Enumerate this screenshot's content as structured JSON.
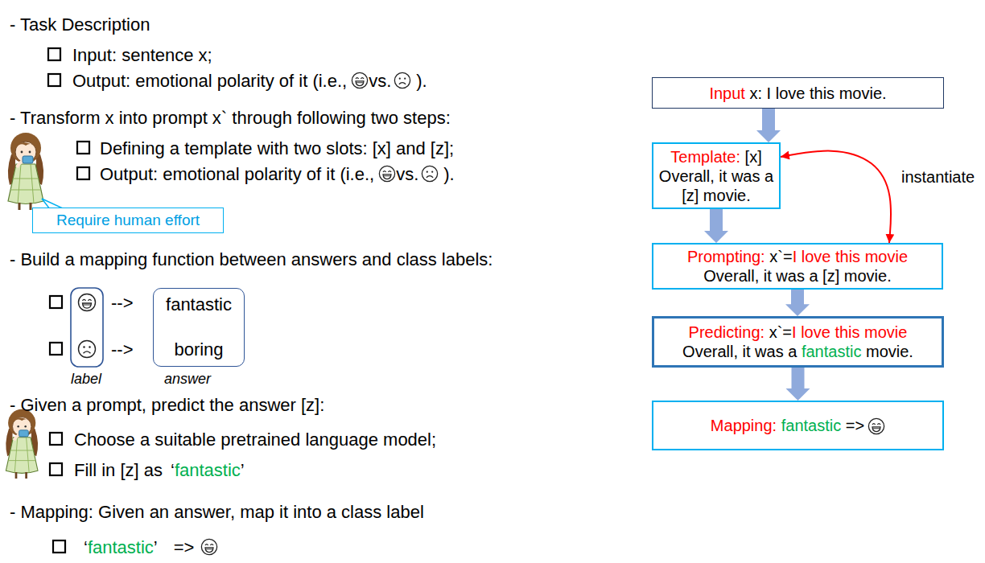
{
  "diagram": {
    "nodes": [
      {
        "text": [
          "Require human effort"
        ]
      },
      {
        "text": [
          "fantastic",
          "boring"
        ]
      },
      {
        "text": [
          "Input",
          "x: I love this movie."
        ]
      },
      {
        "text": [
          "Template:",
          "[x] Overall, it was a [z] movie."
        ]
      },
      {
        "text": [
          "Prompting:",
          "x`=",
          "I love this movie",
          "Overall, it was a [z] movie."
        ]
      },
      {
        "text": [
          "Predicting:",
          "x`=",
          "I love this movie",
          "Overall, it was a",
          "fantastic",
          "movie."
        ]
      },
      {
        "text": [
          "Mapping:",
          "fantastic",
          "=>"
        ]
      }
    ],
    "edges": [
      {
        "from": 2,
        "to": 3,
        "arrow": "to"
      },
      {
        "from": 3,
        "to": 4,
        "arrow": "to"
      },
      {
        "from": 4,
        "to": 5,
        "arrow": "to"
      },
      {
        "from": 5,
        "to": 6,
        "arrow": "to"
      },
      {
        "from": 3,
        "to": 4,
        "label": "instantiate",
        "arrow": "both"
      }
    ],
    "labels": [
      "- Task Description",
      "Input: sentence x;",
      "Output: emotional polarity of it (i.e.,",
      "vs.",
      ").",
      "- Transform x into prompt x` through following two steps:",
      "Defining a template with two slots: [x] and [z];",
      "Output: emotional polarity of it (i.e.,",
      "vs.",
      ").",
      "- Build a mapping function between answers and class labels:",
      "-->",
      "-->",
      "label",
      "answer",
      "- Given a prompt, predict the answer [z]:",
      "Choose a suitable pretrained language model;",
      "Fill in [z] as",
      "‘",
      "fantastic",
      "’",
      "- Mapping: Given an answer, map it into a class label",
      "‘",
      "fantastic",
      "’",
      "=>"
    ]
  }
}
